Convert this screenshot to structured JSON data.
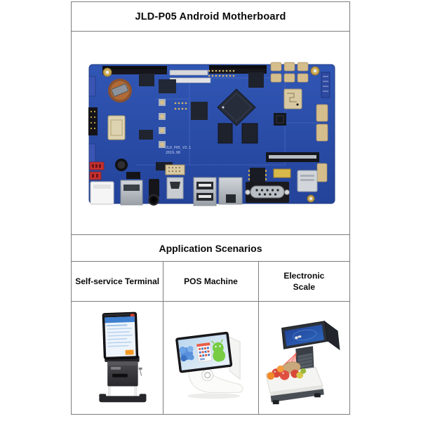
{
  "header": {
    "title": "JLD-P05 Android Motherboard"
  },
  "motherboard": {
    "alt": "Blue JLD-P05 Android motherboard PCB with CPU, RAM, connectors and I/O ports",
    "silkscreen_model": "JLD_P05_V3.1",
    "silkscreen_date": "2019.08",
    "pcb_color": "#2b4ea8"
  },
  "scenarios": {
    "header": "Application Scenarios",
    "items": [
      {
        "label": "Self-service Terminal",
        "alt": "Floor-standing self-service kiosk with touch screen and receipt printer"
      },
      {
        "label": "POS Machine",
        "alt": "Dual-screen white POS machine showing Android on screen"
      },
      {
        "label": "Electronic\nScale",
        "alt": "Electronic weighing scale with display head, scanner beam and fruit on platter"
      }
    ]
  },
  "colors": {
    "table_border": "#7d7d7d",
    "pcb_blue": "#2b4ea8",
    "connector_tan": "#d6bd8c",
    "kiosk_accent_orange": "#f59a23",
    "android_green": "#77cc44",
    "laser_red": "#f04a3c"
  }
}
